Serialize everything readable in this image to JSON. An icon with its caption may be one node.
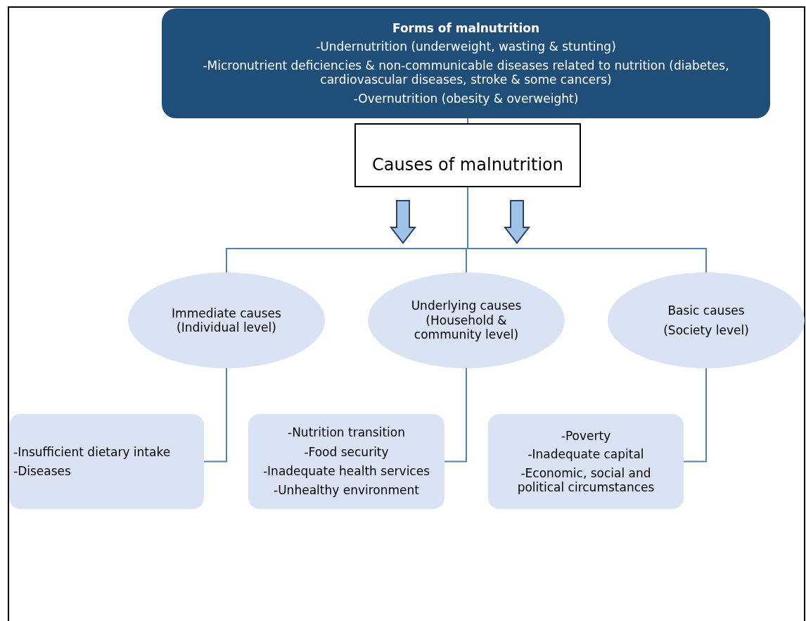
{
  "diagram": {
    "nodes": [
      {
        "text": [
          "Forms of malnutrition",
          "-Undernutrition (underweight, wasting & stunting)",
          "-Micronutrient deficiencies & non-communicable diseases related to nutrition (diabetes, cardiovascular diseases, stroke & some cancers)",
          "-Overnutrition (obesity & overweight)"
        ]
      },
      {
        "text": [
          "Causes of malnutrition"
        ]
      },
      {
        "text": [
          "Immediate causes",
          "(Individual level)"
        ]
      },
      {
        "text": [
          "Underlying causes",
          "(Household & community level)"
        ]
      },
      {
        "text": [
          "Basic causes",
          "(Society level)"
        ]
      },
      {
        "text": [
          "-Insufficient dietary intake",
          "-Diseases"
        ]
      },
      {
        "text": [
          "-Nutrition transition",
          "-Food security",
          "-Inadequate health services",
          "-Unhealthy environment"
        ]
      },
      {
        "text": [
          "-Poverty",
          "-Inadequate capital",
          "-Economic, social and political circumstances"
        ]
      }
    ],
    "edges": [
      {
        "from": 0,
        "to": 1,
        "arrow": "none"
      },
      {
        "from": 1,
        "to": 2,
        "arrow": "none"
      },
      {
        "from": 1,
        "to": 3,
        "arrow": "none"
      },
      {
        "from": 1,
        "to": 4,
        "arrow": "none"
      },
      {
        "from": 2,
        "to": 5,
        "arrow": "none"
      },
      {
        "from": 3,
        "to": 6,
        "arrow": "none"
      },
      {
        "from": 4,
        "to": 7,
        "arrow": "none"
      }
    ]
  }
}
